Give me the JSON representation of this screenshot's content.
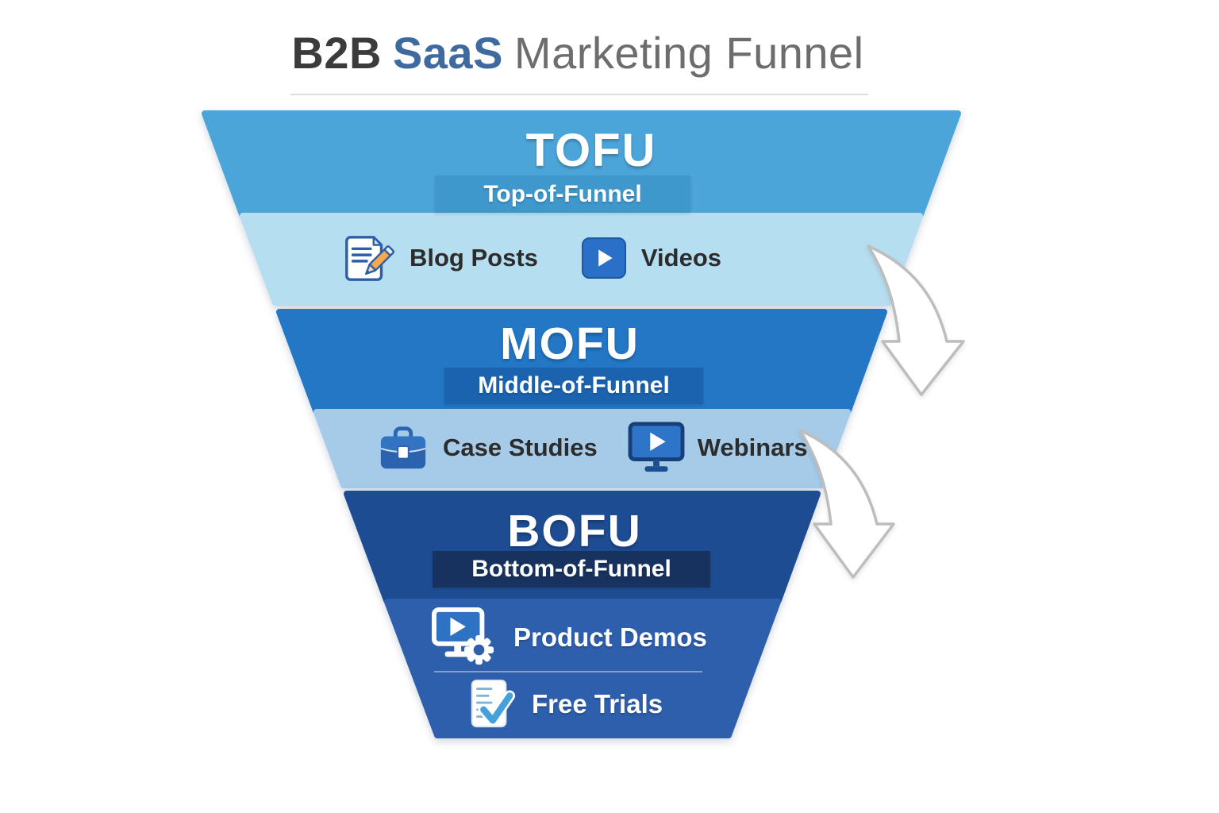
{
  "title": {
    "part_emphasis_dark": "B2B",
    "part_emphasis_blue": "SaaS",
    "part_rest": "Marketing Funnel"
  },
  "palette": {
    "tofu_band": "#4BA5D9",
    "tofu_row": "#B6DEF1",
    "tofu_label_box": "#3E98CC",
    "mofu_band": "#2377C5",
    "mofu_row": "#A5CBE9",
    "mofu_label_box": "#1B63AE",
    "bofu_band": "#1E4C93",
    "bofu_row": "#2E5FAC",
    "bofu_label_box": "#17325E",
    "title_dark": "#3B3B3B",
    "title_blue": "#3F6A9F",
    "title_gray": "#6D6D6D",
    "arrow_outline": "#BDBDBD",
    "item_text_dark": "#2C2C2C",
    "item_text_light": "#FFFFFF"
  },
  "funnel": {
    "stages": [
      {
        "acronym": "TOFU",
        "label": "Top-of-Funnel",
        "items": [
          {
            "label": "Blog Posts",
            "icon": "blog-post-icon"
          },
          {
            "label": "Videos",
            "icon": "video-play-icon"
          }
        ]
      },
      {
        "acronym": "MOFU",
        "label": "Middle-of-Funnel",
        "items": [
          {
            "label": "Case Studies",
            "icon": "briefcase-icon"
          },
          {
            "label": "Webinars",
            "icon": "webinar-monitor-icon"
          }
        ]
      },
      {
        "acronym": "BOFU",
        "label": "Bottom-of-Funnel",
        "items": [
          {
            "label": "Product Demos",
            "icon": "demo-monitor-gear-icon"
          },
          {
            "label": "Free Trials",
            "icon": "checklist-check-icon"
          }
        ]
      }
    ]
  },
  "decorations": {
    "arrows": [
      "flow-arrow-tofu-mofu-icon",
      "flow-arrow-mofu-bofu-icon"
    ]
  }
}
